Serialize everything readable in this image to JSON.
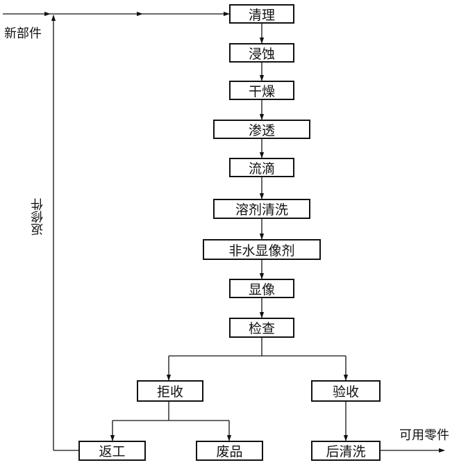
{
  "steps": {
    "clean": "清理",
    "etch": "浸蚀",
    "dry": "干燥",
    "penetrate": "渗透",
    "drip": "流滴",
    "solvent_wash": "溶剂清洗",
    "developer": "非水显像剂",
    "develop": "显像",
    "inspect": "检查",
    "reject": "拒收",
    "accept": "验收",
    "rework": "返工",
    "scrap": "废品",
    "post_clean": "后清洗"
  },
  "labels": {
    "new_parts": "新部件",
    "return_repair": "返修件",
    "usable_parts": "可用零件"
  }
}
